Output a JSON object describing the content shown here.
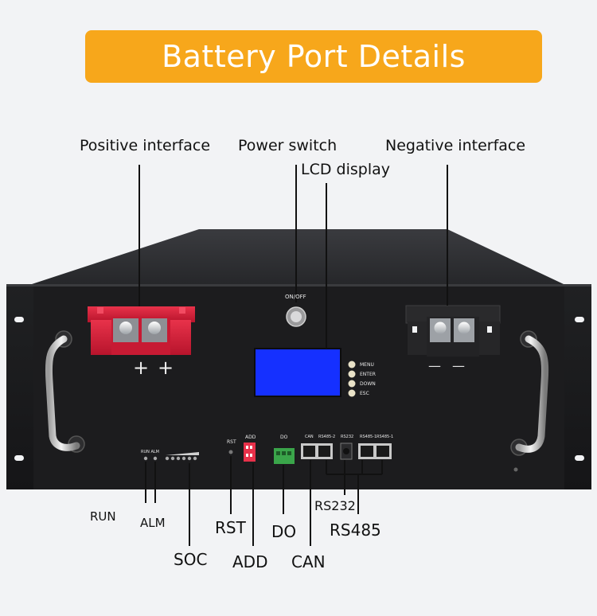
{
  "title": "Battery Port Details",
  "colors": {
    "banner": "#f7a71b",
    "positive_terminal": "#d61f3a",
    "lcd": "#1530ff",
    "panel": "#1b1b1d"
  },
  "labels": {
    "positive": "Positive interface",
    "power_switch": "Power switch",
    "lcd": "LCD display",
    "negative": "Negative interface",
    "run": "RUN",
    "alm": "ALM",
    "soc": "SOC",
    "rst": "RST",
    "add": "ADD",
    "do": "DO",
    "can": "CAN",
    "rs232": "RS232",
    "rs485": "RS485"
  },
  "panel_text": {
    "onoff": "ON/OFF",
    "plus": "+",
    "minus": "—",
    "menu": "MENU",
    "enter": "ENTER",
    "down": "DOWN",
    "esc": "ESC",
    "run_alm": "RUN ALM",
    "rst": "RST",
    "add": "ADD",
    "do": "DO",
    "can": "CAN",
    "rs485_2": "RS485-2",
    "rs232": "RS232",
    "rs485_1a": "RS485-1",
    "rs485_1b": "RS485-1"
  }
}
